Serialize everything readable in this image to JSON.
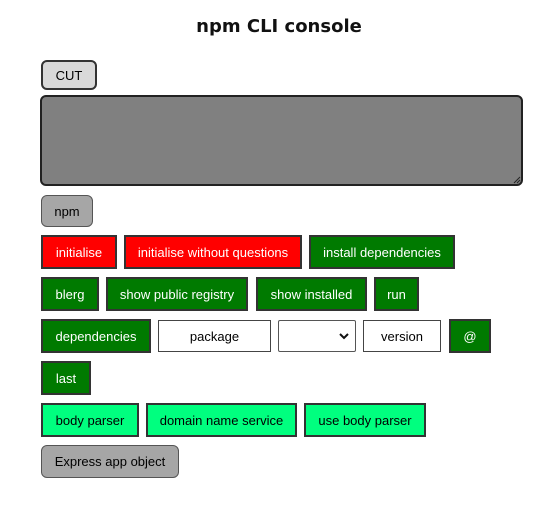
{
  "header": {
    "title": "npm CLI console"
  },
  "toolbar": {
    "cut_label": "CUT"
  },
  "console": {
    "value": ""
  },
  "npm_label": "npm",
  "rows": {
    "row1": [
      "initialise",
      "initialise without questions",
      "install dependencies"
    ],
    "row2": [
      "blerg",
      "show public registry",
      "show installed",
      "run"
    ],
    "row3_button": "dependencies",
    "package_input": {
      "value": "package",
      "placeholder": ""
    },
    "version_selector": {
      "selected": ""
    },
    "version_input": {
      "value": "version",
      "placeholder": ""
    },
    "at_label": "@",
    "last_label": "last",
    "express_row": [
      "body parser",
      "domain name service",
      "use body parser"
    ],
    "express_app_label": "Express app object"
  },
  "colors": {
    "red": "#ff0000",
    "green": "#007a00",
    "mint": "#00ff7f",
    "console_gray": "#808080"
  },
  "icons": {
    "dropdown": "chevron-down-icon",
    "resize": "resize-grip-icon"
  }
}
